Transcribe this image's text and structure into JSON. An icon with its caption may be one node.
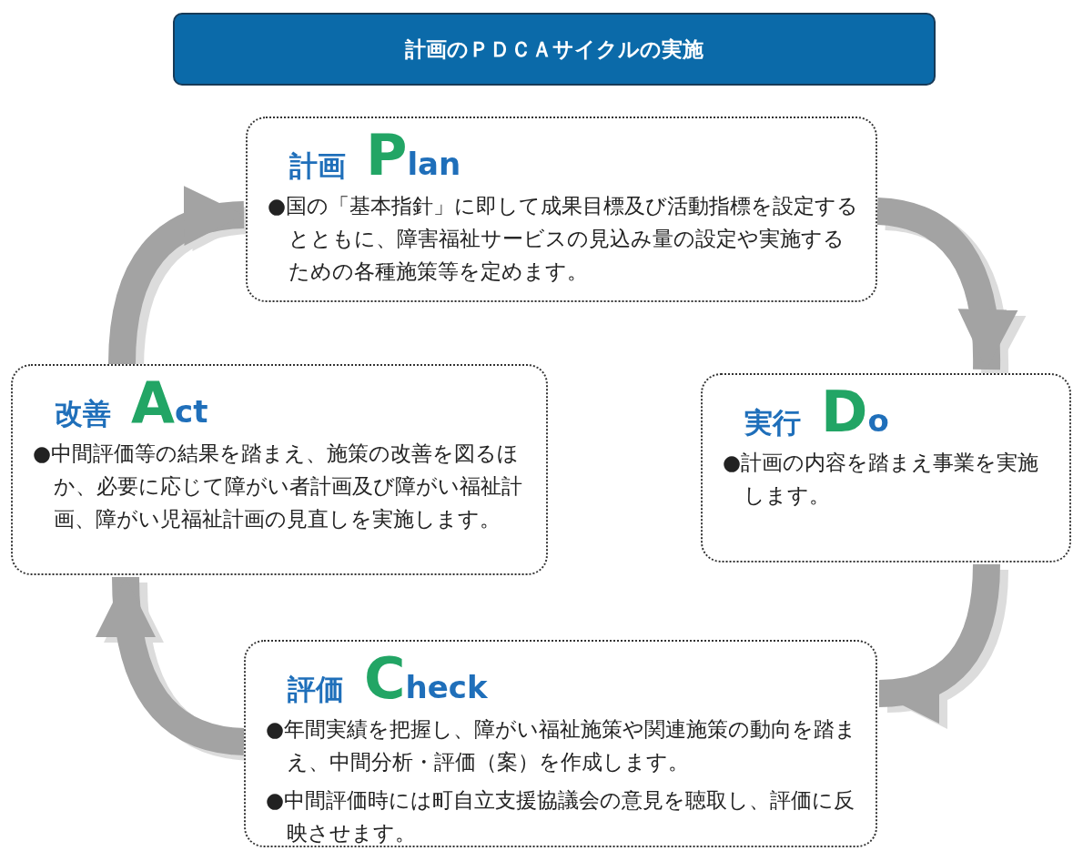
{
  "diagram": {
    "nodes": [
      {
        "text": [
          "計画のＰＤＣＡサイクルの実施"
        ]
      },
      {
        "text": [
          "計画",
          "Plan",
          "●国の「基本指針」に即して成果目標及び活動指標を設定するとともに、障害福祉サービスの見込み量の設定や実施するための各種施策等を定めます。"
        ]
      },
      {
        "text": [
          "実行",
          "Do",
          "●計画の内容を踏まえ事業を実施します。"
        ]
      },
      {
        "text": [
          "評価",
          "Check",
          "●年間実績を把握し、障がい福祉施策や関連施策の動向を踏まえ、中間分析・評価（案）を作成します。",
          "●中間評価時には町自立支援協議会の意見を聴取し、評価に反映させます。"
        ]
      },
      {
        "text": [
          "改善",
          "Act",
          "●中間評価等の結果を踏まえ、施策の改善を図るほか、必要に応じて障がい者計画及び障がい福祉計画、障がい児福祉計画の見直しを実施します。"
        ]
      }
    ],
    "edges": [
      {
        "from": 1,
        "to": 2,
        "arrow": "to"
      },
      {
        "from": 2,
        "to": 3,
        "arrow": "to"
      },
      {
        "from": 3,
        "to": 4,
        "arrow": "to"
      },
      {
        "from": 4,
        "to": 1,
        "arrow": "to"
      }
    ]
  }
}
